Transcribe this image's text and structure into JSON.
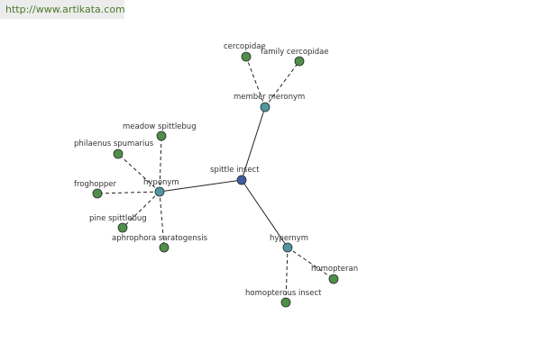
{
  "source_url": "http://www.artikata.com",
  "colors": {
    "center_node": "#3f5ea0",
    "relation_node": "#4f96a0",
    "leaf_node": "#4f8f4a",
    "edge": "#222222"
  },
  "nodes": {
    "spittle_insect": {
      "label": "spittle insect",
      "kind": "center"
    },
    "hyponym": {
      "label": "hyponym",
      "kind": "relation"
    },
    "member_meronym": {
      "label": "member meronym",
      "kind": "relation"
    },
    "hypernym": {
      "label": "hypernym",
      "kind": "relation"
    },
    "cercopidae": {
      "label": "cercopidae",
      "kind": "leaf"
    },
    "family_cercopidae": {
      "label": "family cercopidae",
      "kind": "leaf"
    },
    "meadow_spittlebug": {
      "label": "meadow spittlebug",
      "kind": "leaf"
    },
    "philaenus_spumarius": {
      "label": "philaenus spumarius",
      "kind": "leaf"
    },
    "froghopper": {
      "label": "froghopper",
      "kind": "leaf"
    },
    "pine_spittlebug": {
      "label": "pine spittlebug",
      "kind": "leaf"
    },
    "aphrophora_saratogensis": {
      "label": "aphrophora saratogensis",
      "kind": "leaf"
    },
    "homopteran": {
      "label": "homopteran",
      "kind": "leaf"
    },
    "homopterous_insect": {
      "label": "homopterous insect",
      "kind": "leaf"
    }
  }
}
